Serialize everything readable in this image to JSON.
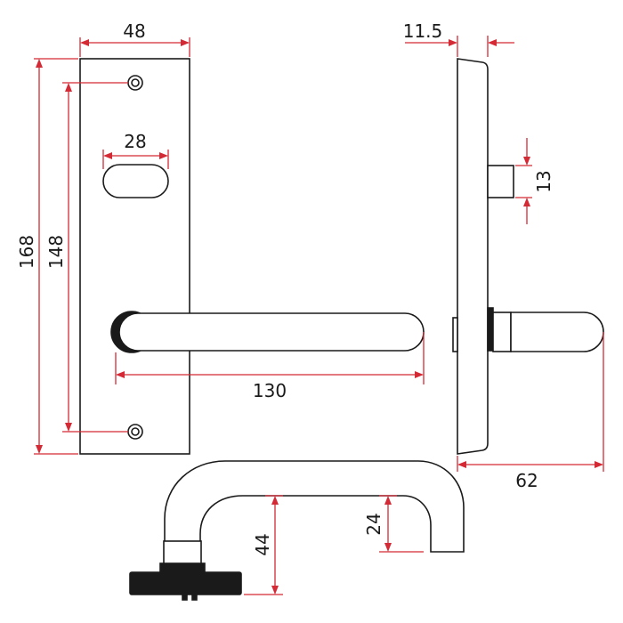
{
  "colors": {
    "outline": "#1a1a1a",
    "dimension": "#d42a35",
    "background": "#ffffff"
  },
  "dimensions": {
    "plate_width": "48",
    "slot_width": "28",
    "plate_height": "168",
    "screw_spacing": "148",
    "lever_length": "130",
    "plate_thickness": "11.5",
    "spindle_size": "13",
    "projection": "62",
    "lever_height": "44",
    "lever_clearance": "24"
  }
}
